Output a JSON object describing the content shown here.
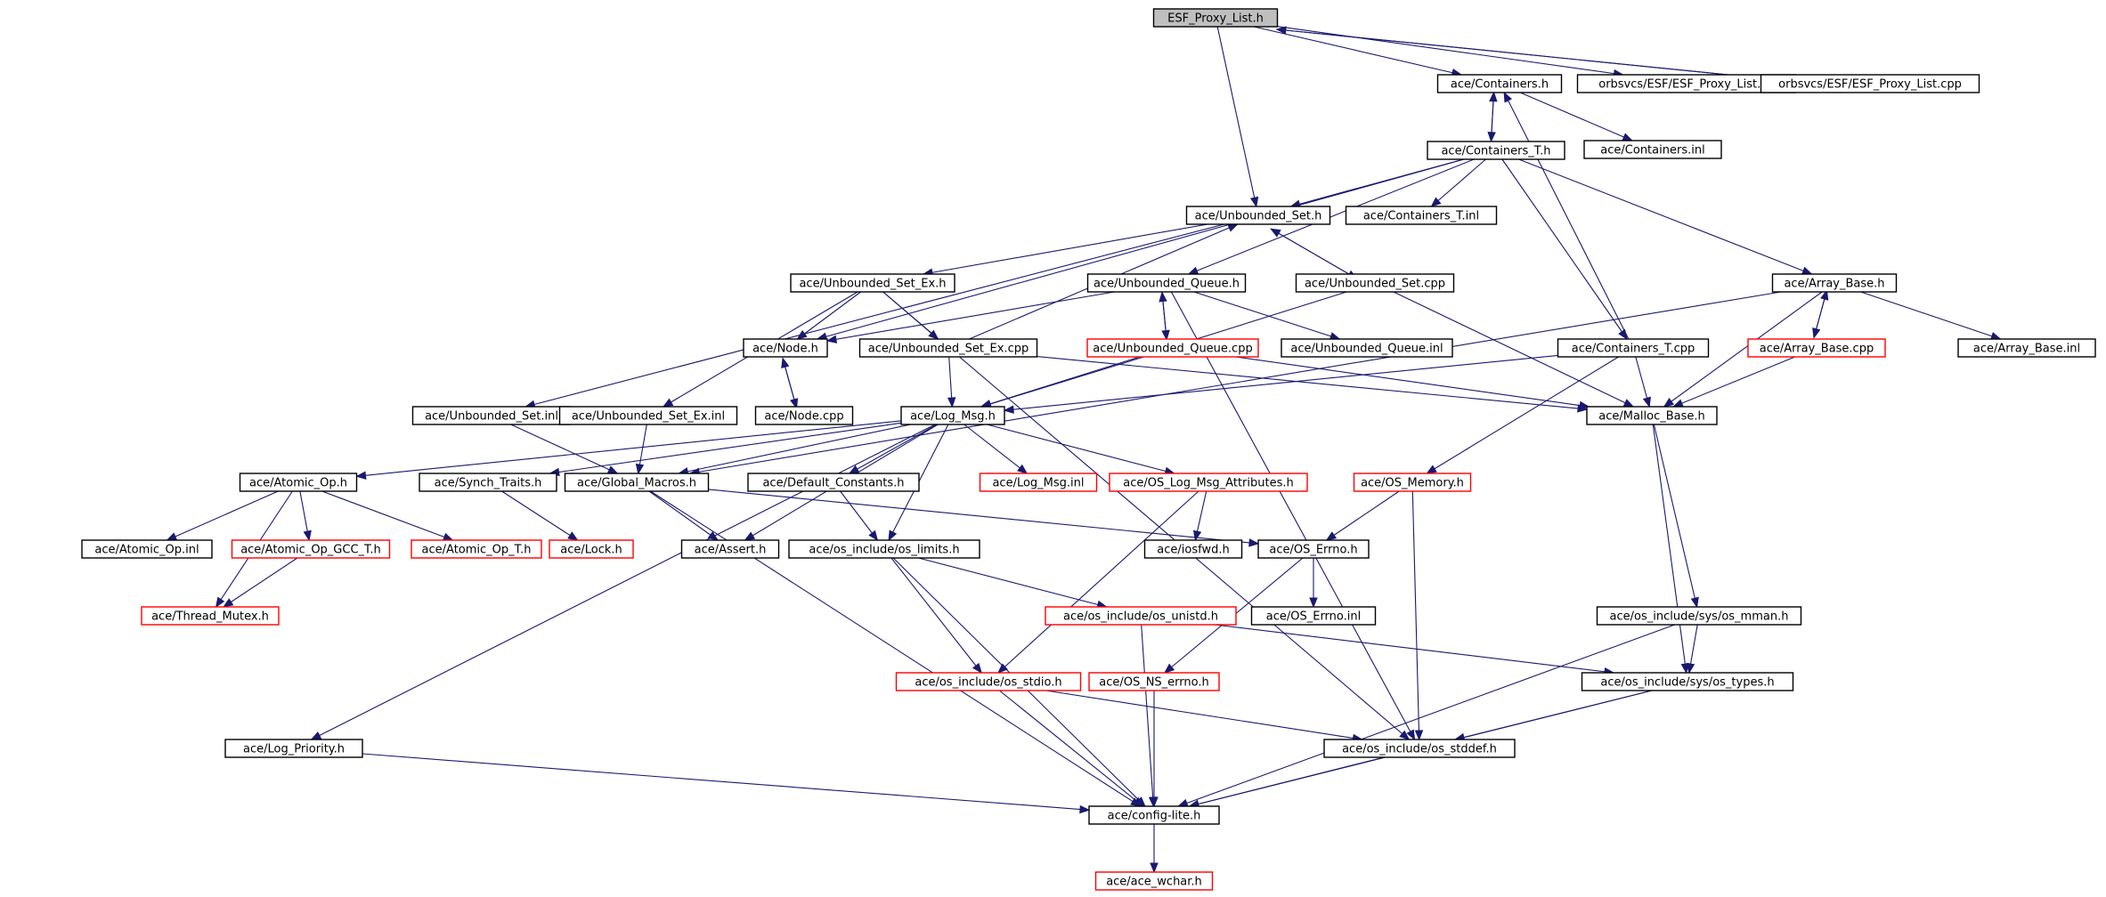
{
  "graph": {
    "title": "",
    "colors": {
      "edge": "#191970",
      "root_fill": "#bfbfbf",
      "node_fill": "#ffffff",
      "normal_border": "#000000",
      "red_border": "#ff0000"
    },
    "nodes": [
      {
        "id": "esf_h",
        "label": "ESF_Proxy_List.h",
        "style": "root"
      },
      {
        "id": "containers_h",
        "label": "ace/Containers.h",
        "style": "normal"
      },
      {
        "id": "esf_inl",
        "label": "orbsvcs/ESF/ESF_Proxy_List.inl",
        "style": "normal"
      },
      {
        "id": "esf_cpp",
        "label": "orbsvcs/ESF/ESF_Proxy_List.cpp",
        "style": "normal"
      },
      {
        "id": "containers_inl",
        "label": "ace/Containers.inl",
        "style": "normal"
      },
      {
        "id": "containers_t_h",
        "label": "ace/Containers_T.h",
        "style": "normal"
      },
      {
        "id": "unbounded_set_h",
        "label": "ace/Unbounded_Set.h",
        "style": "normal"
      },
      {
        "id": "containers_t_inl",
        "label": "ace/Containers_T.inl",
        "style": "normal"
      },
      {
        "id": "unbounded_set_ex_h",
        "label": "ace/Unbounded_Set_Ex.h",
        "style": "normal"
      },
      {
        "id": "unbounded_queue_h",
        "label": "ace/Unbounded_Queue.h",
        "style": "normal"
      },
      {
        "id": "unbounded_set_cpp",
        "label": "ace/Unbounded_Set.cpp",
        "style": "normal"
      },
      {
        "id": "array_base_h",
        "label": "ace/Array_Base.h",
        "style": "normal"
      },
      {
        "id": "node_h",
        "label": "ace/Node.h",
        "style": "normal"
      },
      {
        "id": "unbounded_set_ex_cpp",
        "label": "ace/Unbounded_Set_Ex.cpp",
        "style": "normal"
      },
      {
        "id": "unbounded_queue_cpp",
        "label": "ace/Unbounded_Queue.cpp",
        "style": "red"
      },
      {
        "id": "unbounded_queue_inl",
        "label": "ace/Unbounded_Queue.inl",
        "style": "normal"
      },
      {
        "id": "containers_t_cpp",
        "label": "ace/Containers_T.cpp",
        "style": "normal"
      },
      {
        "id": "array_base_cpp",
        "label": "ace/Array_Base.cpp",
        "style": "red"
      },
      {
        "id": "array_base_inl",
        "label": "ace/Array_Base.inl",
        "style": "normal"
      },
      {
        "id": "unbounded_set_inl",
        "label": "ace/Unbounded_Set.inl",
        "style": "normal"
      },
      {
        "id": "unbounded_set_ex_inl",
        "label": "ace/Unbounded_Set_Ex.inl",
        "style": "normal"
      },
      {
        "id": "node_cpp",
        "label": "ace/Node.cpp",
        "style": "normal"
      },
      {
        "id": "log_msg_h",
        "label": "ace/Log_Msg.h",
        "style": "normal"
      },
      {
        "id": "malloc_base_h",
        "label": "ace/Malloc_Base.h",
        "style": "normal"
      },
      {
        "id": "atomic_op_h",
        "label": "ace/Atomic_Op.h",
        "style": "normal"
      },
      {
        "id": "synch_traits_h",
        "label": "ace/Synch_Traits.h",
        "style": "normal"
      },
      {
        "id": "global_macros_h",
        "label": "ace/Global_Macros.h",
        "style": "normal"
      },
      {
        "id": "default_constants_h",
        "label": "ace/Default_Constants.h",
        "style": "normal"
      },
      {
        "id": "log_msg_inl",
        "label": "ace/Log_Msg.inl",
        "style": "red"
      },
      {
        "id": "os_log_msg_attr_h",
        "label": "ace/OS_Log_Msg_Attributes.h",
        "style": "red"
      },
      {
        "id": "os_memory_h",
        "label": "ace/OS_Memory.h",
        "style": "red"
      },
      {
        "id": "atomic_op_inl",
        "label": "ace/Atomic_Op.inl",
        "style": "normal"
      },
      {
        "id": "atomic_op_gcc_t_h",
        "label": "ace/Atomic_Op_GCC_T.h",
        "style": "red"
      },
      {
        "id": "atomic_op_t_h",
        "label": "ace/Atomic_Op_T.h",
        "style": "red"
      },
      {
        "id": "lock_h",
        "label": "ace/Lock.h",
        "style": "red"
      },
      {
        "id": "assert_h",
        "label": "ace/Assert.h",
        "style": "normal"
      },
      {
        "id": "os_limits_h",
        "label": "ace/os_include/os_limits.h",
        "style": "normal"
      },
      {
        "id": "iosfwd_h",
        "label": "ace/iosfwd.h",
        "style": "normal"
      },
      {
        "id": "os_errno_h",
        "label": "ace/OS_Errno.h",
        "style": "normal"
      },
      {
        "id": "thread_mutex_h",
        "label": "ace/Thread_Mutex.h",
        "style": "red"
      },
      {
        "id": "os_unistd_h",
        "label": "ace/os_include/os_unistd.h",
        "style": "red"
      },
      {
        "id": "os_errno_inl",
        "label": "ace/OS_Errno.inl",
        "style": "normal"
      },
      {
        "id": "os_mman_h",
        "label": "ace/os_include/sys/os_mman.h",
        "style": "normal"
      },
      {
        "id": "os_stdio_h",
        "label": "ace/os_include/os_stdio.h",
        "style": "red"
      },
      {
        "id": "os_ns_errno_h",
        "label": "ace/OS_NS_errno.h",
        "style": "red"
      },
      {
        "id": "os_types_h",
        "label": "ace/os_include/sys/os_types.h",
        "style": "normal"
      },
      {
        "id": "log_priority_h",
        "label": "ace/Log_Priority.h",
        "style": "normal"
      },
      {
        "id": "os_stddef_h",
        "label": "ace/os_include/os_stddef.h",
        "style": "normal"
      },
      {
        "id": "config_lite_h",
        "label": "ace/config-lite.h",
        "style": "normal"
      },
      {
        "id": "ace_wchar_h",
        "label": "ace/ace_wchar.h",
        "style": "red"
      }
    ],
    "edges": [
      [
        "esf_h",
        "containers_h"
      ],
      [
        "esf_h",
        "esf_inl"
      ],
      [
        "esf_h",
        "esf_cpp"
      ],
      [
        "esf_h",
        "unbounded_set_h"
      ],
      [
        "esf_cpp",
        "esf_h"
      ],
      [
        "containers_h",
        "containers_inl"
      ],
      [
        "containers_h",
        "containers_t_h"
      ],
      [
        "containers_t_h",
        "containers_h"
      ],
      [
        "containers_t_h",
        "unbounded_set_h"
      ],
      [
        "containers_t_h",
        "containers_t_inl"
      ],
      [
        "containers_t_h",
        "unbounded_queue_h"
      ],
      [
        "containers_t_h",
        "array_base_h"
      ],
      [
        "containers_t_h",
        "containers_t_cpp"
      ],
      [
        "containers_t_h",
        "node_h"
      ],
      [
        "containers_t_cpp",
        "containers_h"
      ],
      [
        "containers_t_cpp",
        "log_msg_h"
      ],
      [
        "containers_t_cpp",
        "malloc_base_h"
      ],
      [
        "containers_t_cpp",
        "os_memory_h"
      ],
      [
        "unbounded_set_h",
        "unbounded_set_ex_h"
      ],
      [
        "unbounded_set_h",
        "unbounded_set_cpp"
      ],
      [
        "unbounded_set_h",
        "unbounded_set_inl"
      ],
      [
        "unbounded_set_cpp",
        "unbounded_set_h"
      ],
      [
        "unbounded_set_cpp",
        "malloc_base_h"
      ],
      [
        "unbounded_set_cpp",
        "log_msg_h"
      ],
      [
        "unbounded_set_ex_h",
        "node_h"
      ],
      [
        "unbounded_set_ex_h",
        "unbounded_set_ex_cpp"
      ],
      [
        "unbounded_set_ex_h",
        "unbounded_set_ex_inl"
      ],
      [
        "unbounded_set_ex_h",
        "os_stddef_h"
      ],
      [
        "unbounded_set_ex_cpp",
        "unbounded_set_h"
      ],
      [
        "unbounded_set_ex_cpp",
        "log_msg_h"
      ],
      [
        "unbounded_set_ex_cpp",
        "malloc_base_h"
      ],
      [
        "unbounded_queue_h",
        "node_h"
      ],
      [
        "unbounded_queue_h",
        "unbounded_queue_cpp"
      ],
      [
        "unbounded_queue_h",
        "unbounded_queue_inl"
      ],
      [
        "unbounded_queue_h",
        "os_stddef_h"
      ],
      [
        "unbounded_queue_cpp",
        "unbounded_queue_h"
      ],
      [
        "unbounded_queue_cpp",
        "log_msg_h"
      ],
      [
        "unbounded_queue_cpp",
        "malloc_base_h"
      ],
      [
        "node_h",
        "node_cpp"
      ],
      [
        "node_cpp",
        "node_h"
      ],
      [
        "array_base_h",
        "array_base_cpp"
      ],
      [
        "array_base_h",
        "array_base_inl"
      ],
      [
        "array_base_h",
        "malloc_base_h"
      ],
      [
        "array_base_h",
        "global_macros_h"
      ],
      [
        "array_base_cpp",
        "array_base_h"
      ],
      [
        "array_base_cpp",
        "malloc_base_h"
      ],
      [
        "unbounded_set_inl",
        "global_macros_h"
      ],
      [
        "unbounded_set_ex_inl",
        "global_macros_h"
      ],
      [
        "log_msg_h",
        "atomic_op_h"
      ],
      [
        "log_msg_h",
        "synch_traits_h"
      ],
      [
        "log_msg_h",
        "global_macros_h"
      ],
      [
        "log_msg_h",
        "default_constants_h"
      ],
      [
        "log_msg_h",
        "log_msg_inl"
      ],
      [
        "log_msg_h",
        "os_log_msg_attr_h"
      ],
      [
        "log_msg_h",
        "assert_h"
      ],
      [
        "log_msg_h",
        "os_limits_h"
      ],
      [
        "log_msg_h",
        "log_priority_h"
      ],
      [
        "malloc_base_h",
        "os_types_h"
      ],
      [
        "malloc_base_h",
        "os_mman_h"
      ],
      [
        "atomic_op_h",
        "atomic_op_inl"
      ],
      [
        "atomic_op_h",
        "atomic_op_gcc_t_h"
      ],
      [
        "atomic_op_h",
        "atomic_op_t_h"
      ],
      [
        "atomic_op_h",
        "thread_mutex_h"
      ],
      [
        "atomic_op_gcc_t_h",
        "thread_mutex_h"
      ],
      [
        "synch_traits_h",
        "lock_h"
      ],
      [
        "global_macros_h",
        "assert_h"
      ],
      [
        "global_macros_h",
        "os_errno_h"
      ],
      [
        "global_macros_h",
        "config_lite_h"
      ],
      [
        "default_constants_h",
        "os_limits_h"
      ],
      [
        "os_log_msg_attr_h",
        "iosfwd_h"
      ],
      [
        "os_log_msg_attr_h",
        "os_stdio_h"
      ],
      [
        "os_memory_h",
        "os_errno_h"
      ],
      [
        "os_memory_h",
        "os_stddef_h"
      ],
      [
        "os_errno_h",
        "os_errno_inl"
      ],
      [
        "os_errno_h",
        "os_ns_errno_h"
      ],
      [
        "os_limits_h",
        "os_unistd_h"
      ],
      [
        "os_limits_h",
        "os_stdio_h"
      ],
      [
        "os_limits_h",
        "config_lite_h"
      ],
      [
        "os_unistd_h",
        "os_types_h"
      ],
      [
        "os_unistd_h",
        "config_lite_h"
      ],
      [
        "os_mman_h",
        "os_types_h"
      ],
      [
        "os_mman_h",
        "config_lite_h"
      ],
      [
        "os_stdio_h",
        "os_stddef_h"
      ],
      [
        "os_stdio_h",
        "config_lite_h"
      ],
      [
        "os_ns_errno_h",
        "config_lite_h"
      ],
      [
        "os_types_h",
        "os_stddef_h"
      ],
      [
        "os_types_h",
        "config_lite_h"
      ],
      [
        "os_stddef_h",
        "config_lite_h"
      ],
      [
        "log_priority_h",
        "config_lite_h"
      ],
      [
        "config_lite_h",
        "ace_wchar_h"
      ]
    ]
  }
}
